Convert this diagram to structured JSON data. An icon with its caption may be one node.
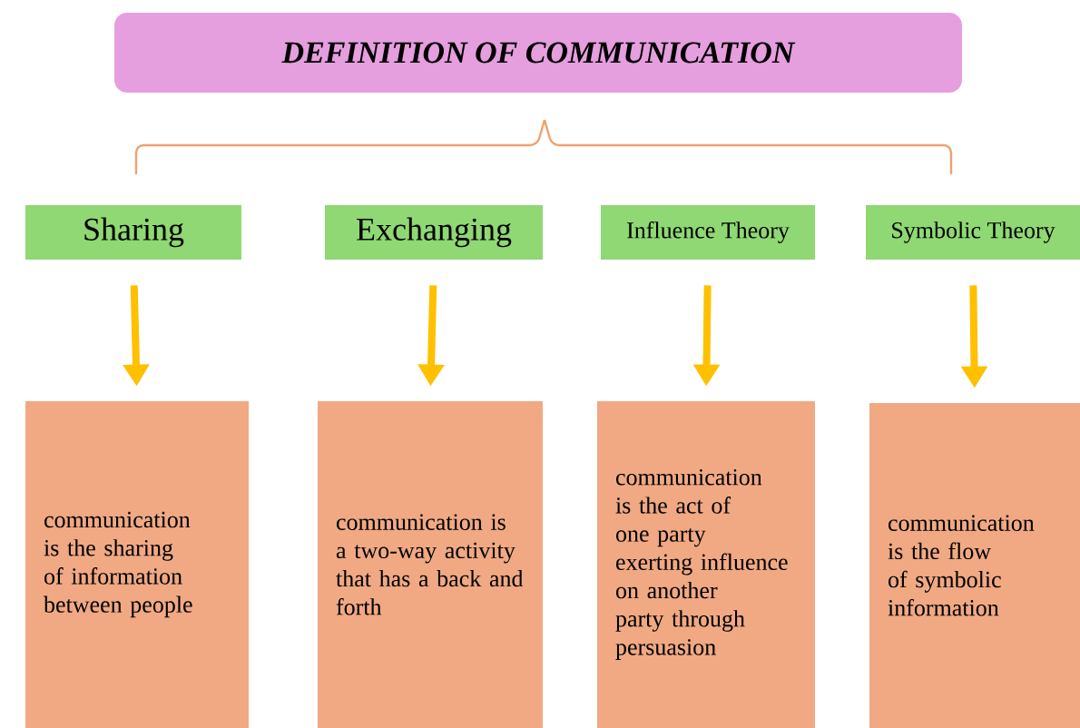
{
  "diagram": {
    "nodes": [
      {
        "text": [
          "DEFINITION OF COMMUNICATION"
        ]
      },
      {
        "text": [
          "Sharing"
        ]
      },
      {
        "text": [
          "Exchanging"
        ]
      },
      {
        "text": [
          "Influence Theory"
        ]
      },
      {
        "text": [
          "Symbolic Theory"
        ]
      },
      {
        "text": [
          "communication is the sharing of information between people"
        ]
      },
      {
        "text": [
          "communication is a two-way activity that has a back and forth"
        ]
      },
      {
        "text": [
          "communication is the act of one party exerting influence on another party through persuasion"
        ]
      },
      {
        "text": [
          "communication is the flow of symbolic information"
        ]
      }
    ],
    "edges": [
      {
        "from": 1,
        "to": 5,
        "arrow": "to"
      },
      {
        "from": 2,
        "to": 6,
        "arrow": "to"
      },
      {
        "from": 3,
        "to": 7,
        "arrow": "to"
      },
      {
        "from": 4,
        "to": 8,
        "arrow": "to"
      }
    ]
  }
}
